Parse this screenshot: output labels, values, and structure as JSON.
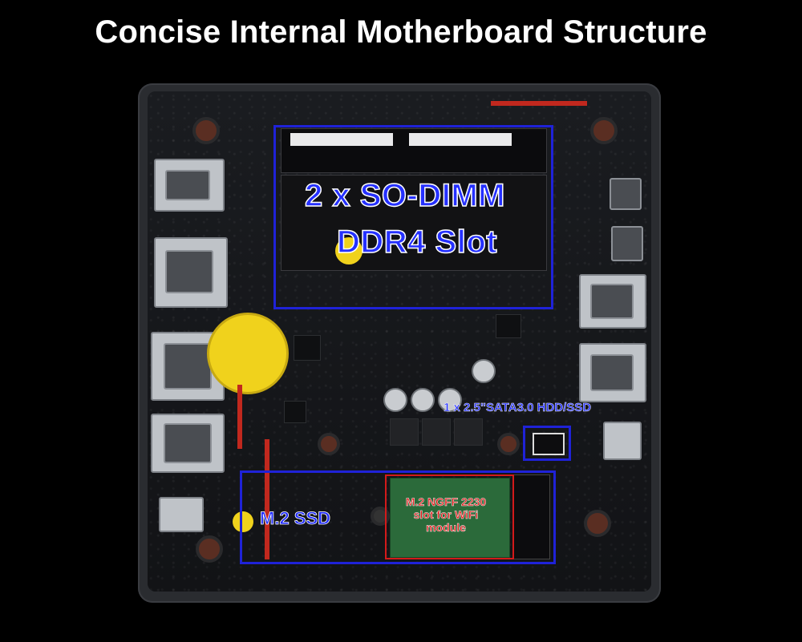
{
  "title": "Concise Internal Motherboard Structure",
  "labels": {
    "ram_line1": "2 x SO-DIMM",
    "ram_line2": "DDR4 Slot",
    "sata": "1 x 2.5\"SATA3.0 HDD/SSD",
    "m2_ssd": "M.2 SSD",
    "wifi_line1": "M.2 NGFF 2230",
    "wifi_line2": "slot for WiFi",
    "wifi_line3": "module"
  },
  "colors": {
    "highlight_blue": "#1f22d8",
    "highlight_red": "#d31a1a",
    "battery_yellow": "#f0d21c"
  }
}
